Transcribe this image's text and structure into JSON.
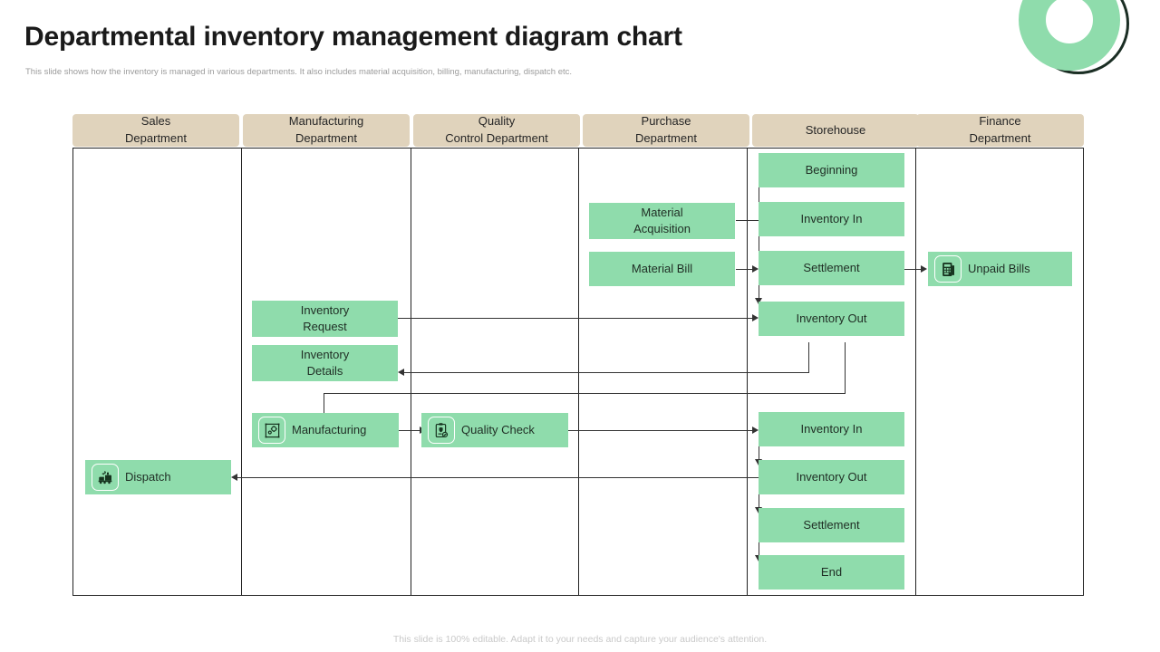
{
  "slide": {
    "title": "Departmental inventory management diagram chart",
    "subtitle": "This slide shows how the inventory is managed in various departments. It also includes material acquisition, billing,  manufacturing, dispatch etc.",
    "footer": "This slide is 100% editable. Adapt it to your needs and capture your audience's attention."
  },
  "colors": {
    "node_green": "#8FDCAC",
    "header_tan": "#E0D3BC",
    "line": "#333333",
    "title_text": "#1a1a1a",
    "muted_text": "#9b9b9b"
  },
  "lanes": [
    {
      "id": "sales",
      "label": "Sales\nDepartment"
    },
    {
      "id": "manufacturing",
      "label": "Manufacturing\nDepartment"
    },
    {
      "id": "quality",
      "label": "Quality\nControl Department"
    },
    {
      "id": "purchase",
      "label": "Purchase\nDepartment"
    },
    {
      "id": "storehouse",
      "label": "Storehouse"
    },
    {
      "id": "finance",
      "label": "Finance\nDepartment"
    }
  ],
  "nodes": {
    "beginning": {
      "label": "Beginning",
      "lane": "storehouse",
      "icon": null
    },
    "inventory_in_1": {
      "label": "Inventory  In",
      "lane": "storehouse",
      "icon": null
    },
    "settlement_1": {
      "label": "Settlement",
      "lane": "storehouse",
      "icon": null
    },
    "inventory_out_1": {
      "label": "Inventory  Out",
      "lane": "storehouse",
      "icon": null
    },
    "inventory_in_2": {
      "label": "Inventory  In",
      "lane": "storehouse",
      "icon": null
    },
    "inventory_out_2": {
      "label": "Inventory  Out",
      "lane": "storehouse",
      "icon": null
    },
    "settlement_2": {
      "label": "Settlement",
      "lane": "storehouse",
      "icon": null
    },
    "end": {
      "label": "End",
      "lane": "storehouse",
      "icon": null
    },
    "material_acq": {
      "label": "Material\nAcquisition",
      "lane": "purchase",
      "icon": null
    },
    "material_bill": {
      "label": "Material Bill",
      "lane": "purchase",
      "icon": null
    },
    "unpaid_bills": {
      "label": "Unpaid Bills",
      "lane": "finance",
      "icon": "calculator-invoice-icon"
    },
    "inventory_req": {
      "label": "Inventory\nRequest",
      "lane": "manufacturing",
      "icon": null
    },
    "inventory_det": {
      "label": "Inventory\nDetails",
      "lane": "manufacturing",
      "icon": null
    },
    "manufacturing": {
      "label": "Manufacturing",
      "lane": "manufacturing",
      "icon": "gear-blueprint-icon"
    },
    "quality_check": {
      "label": "Quality  Check",
      "lane": "quality",
      "icon": "clipboard-shield-icon"
    },
    "dispatch": {
      "label": "Dispatch",
      "lane": "sales",
      "icon": "train-delivery-icon"
    }
  },
  "flows": [
    {
      "from": "beginning",
      "to": "inventory_in_1"
    },
    {
      "from": "material_acq",
      "to": "inventory_in_1"
    },
    {
      "from": "inventory_in_1",
      "to": "settlement_1"
    },
    {
      "from": "material_bill",
      "to": "settlement_1"
    },
    {
      "from": "settlement_1",
      "to": "unpaid_bills"
    },
    {
      "from": "settlement_1",
      "to": "inventory_out_1"
    },
    {
      "from": "inventory_req",
      "to": "inventory_out_1"
    },
    {
      "from": "inventory_out_1",
      "to": "inventory_det"
    },
    {
      "from": "inventory_out_1",
      "to": "manufacturing"
    },
    {
      "from": "manufacturing",
      "to": "quality_check"
    },
    {
      "from": "quality_check",
      "to": "inventory_in_2"
    },
    {
      "from": "inventory_in_2",
      "to": "inventory_out_2"
    },
    {
      "from": "inventory_out_2",
      "to": "dispatch"
    },
    {
      "from": "inventory_out_2",
      "to": "settlement_2"
    },
    {
      "from": "settlement_2",
      "to": "end"
    }
  ]
}
